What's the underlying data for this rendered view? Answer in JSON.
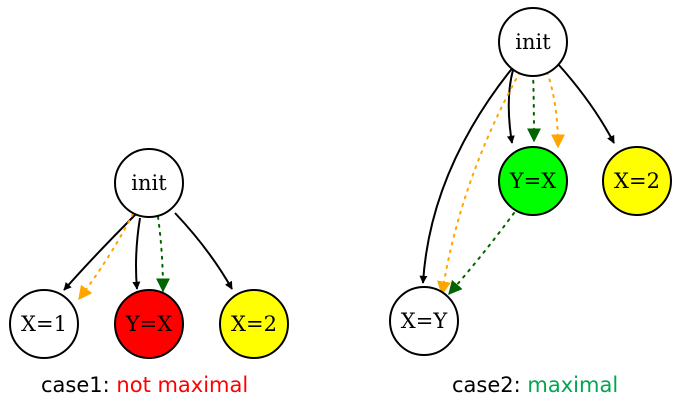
{
  "case1": {
    "nodes": {
      "init": "init",
      "x1": "X=1",
      "yx": "Y=X",
      "x2": "X=2"
    },
    "colors": {
      "init": "#ffffff",
      "x1": "#ffffff",
      "yx": "#ff0000",
      "x2": "#ffff00"
    },
    "caption": {
      "prefix": "case1:",
      "status": "not maximal",
      "status_color": "#ff0000"
    }
  },
  "case2": {
    "nodes": {
      "init": "init",
      "yx": "Y=X",
      "x2": "X=2",
      "xy": "X=Y"
    },
    "colors": {
      "init": "#ffffff",
      "yx": "#00ff00",
      "x2": "#ffff00",
      "xy": "#ffffff"
    },
    "caption": {
      "prefix": "case2:",
      "status": "maximal",
      "status_color": "#00a651"
    }
  },
  "edge_colors": {
    "solid": "#000000",
    "orange_dotted": "#ffa500",
    "green_dotted": "#006400"
  }
}
